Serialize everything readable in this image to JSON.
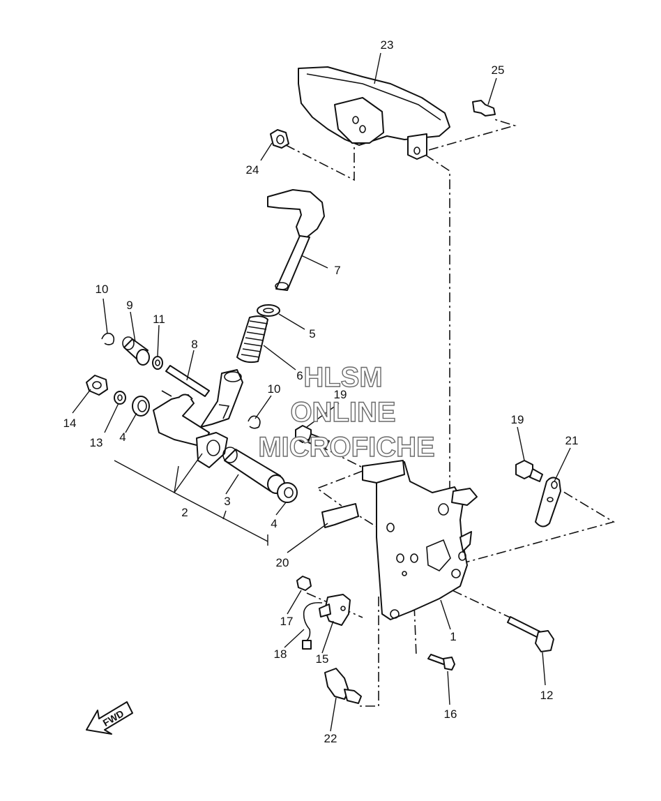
{
  "callouts": {
    "c1": "1",
    "c2": "2",
    "c3": "3",
    "c4a": "4",
    "c4b": "4",
    "c5": "5",
    "c6": "6",
    "c7": "7",
    "c8": "8",
    "c9": "9",
    "c10a": "10",
    "c10b": "10",
    "c11": "11",
    "c12": "12",
    "c13": "13",
    "c14": "14",
    "c15": "15",
    "c16": "16",
    "c17": "17",
    "c18": "18",
    "c19a": "19",
    "c19b": "19",
    "c20": "20",
    "c21": "21",
    "c22": "22",
    "c23": "23",
    "c24": "24",
    "c25": "25"
  },
  "watermark": {
    "line1": "HLSM",
    "line2": "ONLINE",
    "line3": "MICROFICHE"
  },
  "fwd_label": "FWD"
}
